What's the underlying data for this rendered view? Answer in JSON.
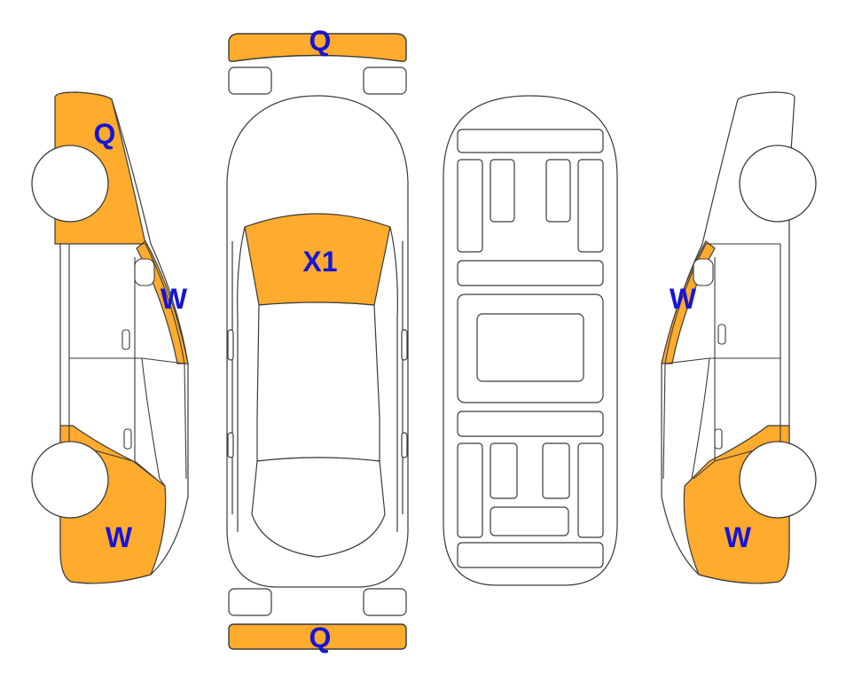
{
  "colors": {
    "damage_fill": "#ffab2e",
    "outline": "#3a3a3a",
    "label": "#1515d6",
    "background": "#ffffff"
  },
  "labels": {
    "front_bumper": "Q",
    "rear_bumper": "Q",
    "windshield": "X1",
    "left_front_fender": "Q",
    "left_a_pillar": "W",
    "left_rear_quarter": "W",
    "right_a_pillar": "W",
    "right_rear_quarter": "W"
  }
}
